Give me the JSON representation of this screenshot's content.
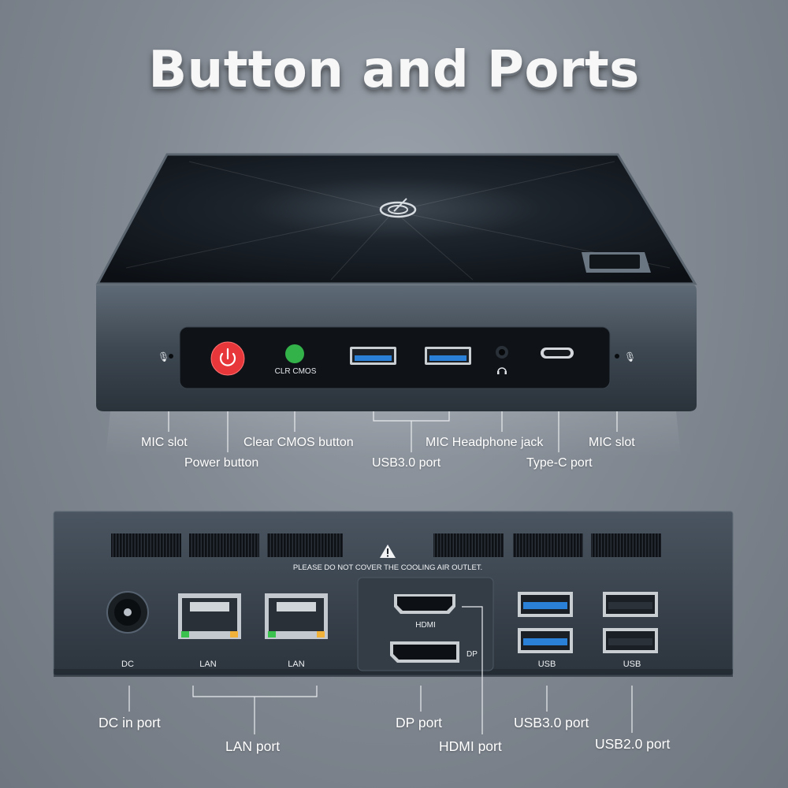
{
  "title": "Button and Ports",
  "front_panel": {
    "clr_cmos_label": "CLR CMOS",
    "callouts": {
      "mic_slot_left": "MIC slot",
      "power_button": "Power button",
      "clear_cmos_button": "Clear CMOS button",
      "usb30_port": "USB3.0 port",
      "mic_headphone_jack": "MIC Headphone jack",
      "type_c_port": "Type-C port",
      "mic_slot_right": "MIC slot"
    }
  },
  "rear_panel": {
    "warning_text": "PLEASE DO NOT COVER THE COOLING AIR OUTLET.",
    "labels": {
      "dc": "DC",
      "lan_1": "LAN",
      "lan_2": "LAN",
      "hdmi": "HDMI",
      "dp": "DP",
      "usb_1": "USB",
      "usb_2": "USB"
    },
    "callouts": {
      "dc_in_port": "DC in port",
      "lan_port": "LAN port",
      "dp_port": "DP port",
      "hdmi_port": "HDMI port",
      "usb30_port": "USB3.0 port",
      "usb20_port": "USB2.0 port"
    }
  },
  "colors": {
    "power_button": "#e8373a",
    "clear_cmos_button": "#33b24a",
    "usb3_blue": "#2a7fd6",
    "callout_text": "#ffffff"
  }
}
